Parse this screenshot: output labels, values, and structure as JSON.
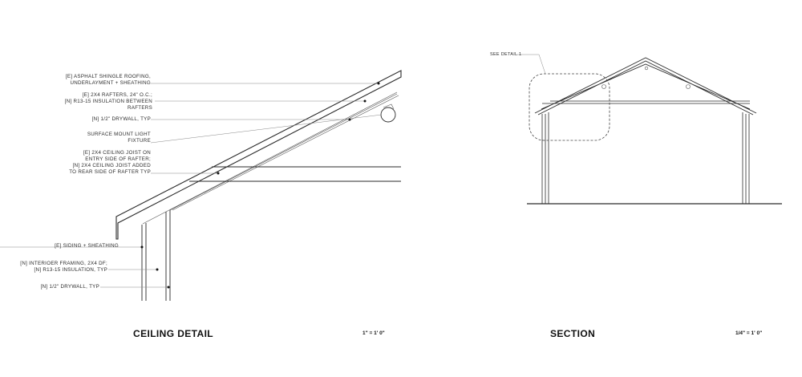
{
  "ceiling_detail": {
    "title": "CEILING DETAIL",
    "scale": "1\" = 1' 0\"",
    "notes": {
      "roofing": "[E] ASPHALT SHINGLE ROOFING,\nUNDERLAYMENT + SHEATHING",
      "rafters": "[E] 2X4 RAFTERS, 24\" O.C.;\n[N] R13-15 INSULATION BETWEEN\nRAFTERS",
      "drywall_ceiling": "[N] 1/2\" DRYWALL, TYP",
      "light": "SURFACE MOUNT LIGHT\nFIXTURE",
      "joist": "[E] 2X4 CEILING JOIST ON\nENTRY SIDE OF RAFTER;\n[N] 2X4 CEILING JOIST ADDED\nTO REAR SIDE OF RAFTER TYP",
      "siding": "[E] SIDING + SHEATHING",
      "framing": "[N] INTERIOER FRAMING, 2X4 DF;\n[N] R13-15 INSULATION, TYP",
      "drywall_wall": "[N] 1/2\" DRYWALL, TYP"
    }
  },
  "section": {
    "title": "SECTION",
    "scale": "1/4\" = 1' 0\"",
    "callout": "SEE DETAIL 1"
  }
}
